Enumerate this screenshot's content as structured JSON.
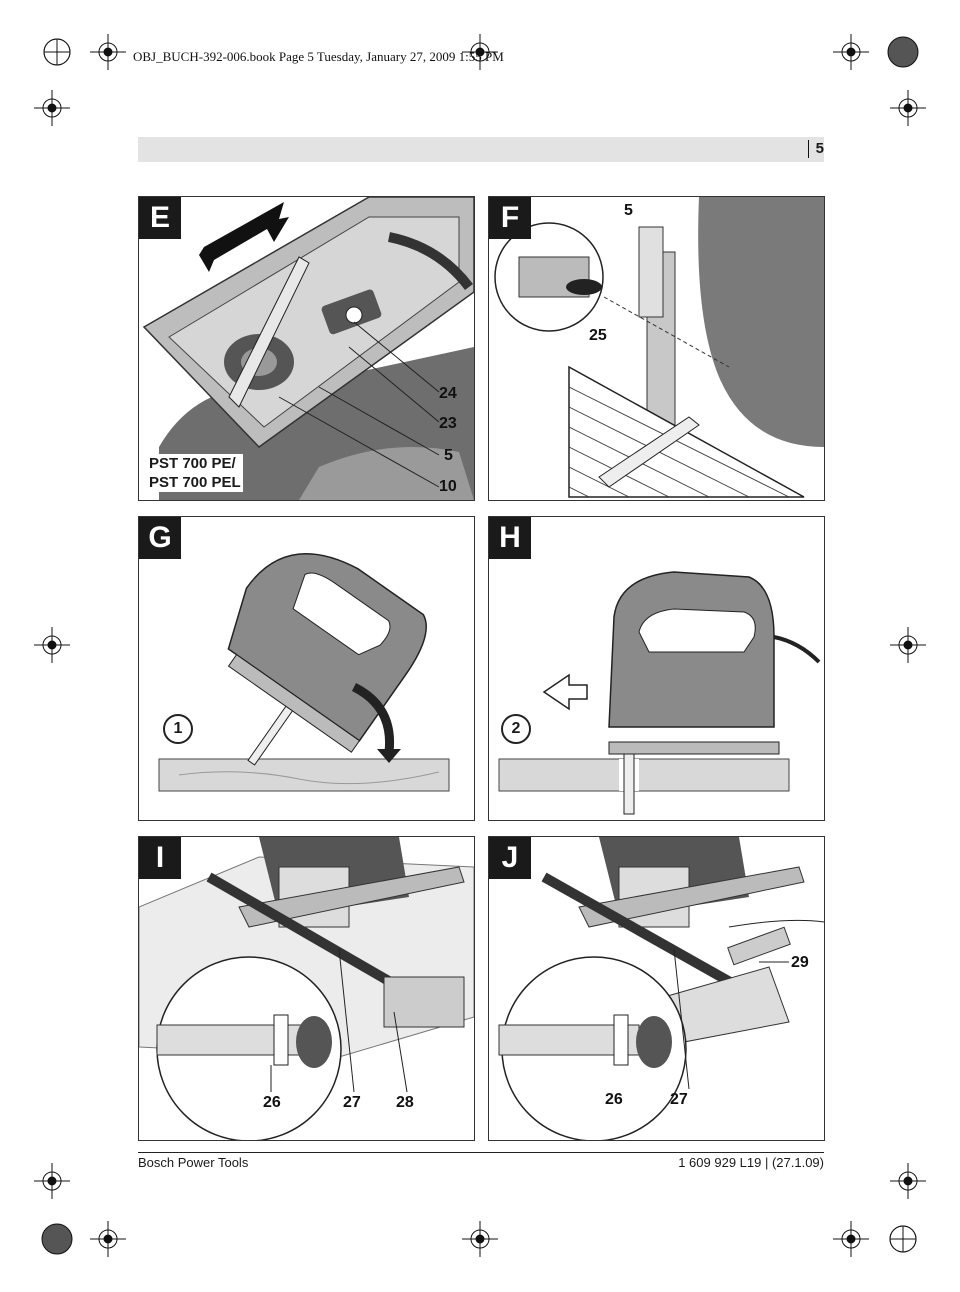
{
  "header": {
    "print_line": "OBJ_BUCH-392-006.book  Page 5  Tuesday, January 27, 2009  1:55 PM",
    "page_number": "5"
  },
  "panels": {
    "E": {
      "letter": "E",
      "callouts": [
        "24",
        "23",
        "5",
        "10"
      ],
      "model_line1": "PST 700 PE/",
      "model_line2": "PST 700 PEL"
    },
    "F": {
      "letter": "F",
      "callouts": [
        "5",
        "25"
      ]
    },
    "G": {
      "letter": "G",
      "step": "1"
    },
    "H": {
      "letter": "H",
      "step": "2"
    },
    "I": {
      "letter": "I",
      "callouts": [
        "26",
        "27",
        "28"
      ]
    },
    "J": {
      "letter": "J",
      "callouts": [
        "29",
        "26",
        "27"
      ]
    }
  },
  "footer": {
    "left": "Bosch Power Tools",
    "right": "1 609 929 L19 | (27.1.09)"
  },
  "colors": {
    "band": "#e3e3e3",
    "ink": "#1a1a1a",
    "tool_gray": "#8a8a8a"
  }
}
